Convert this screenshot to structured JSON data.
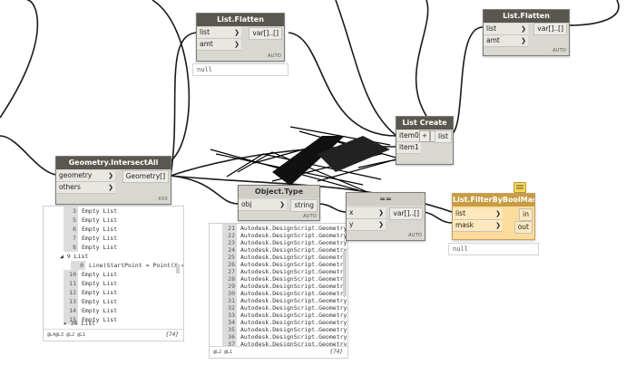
{
  "nodes": {
    "flatten1": {
      "title": "List.Flatten",
      "inputs": [
        "list",
        "amt"
      ],
      "output": "var[]..[]",
      "lacing": "AUTO",
      "preview": "null"
    },
    "flatten2": {
      "title": "List.Flatten",
      "inputs": [
        "list",
        "amt"
      ],
      "output": "var[]..[]",
      "lacing": "AUTO"
    },
    "listcreate": {
      "title": "List Create",
      "inputs": [
        "item0",
        "item1"
      ],
      "output": "list",
      "add_label": "+",
      "remove_label": "-"
    },
    "intersect": {
      "title": "Geometry.IntersectAll",
      "inputs": [
        "geometry",
        "others"
      ],
      "output": "Geometry[]",
      "lacing": "XXX"
    },
    "objecttype": {
      "title": "Object.Type",
      "inputs": [
        "obj"
      ],
      "output": "string",
      "lacing": "AUTO"
    },
    "equals": {
      "title": "==",
      "inputs": [
        "x",
        "y"
      ],
      "output": "var[]..[]",
      "lacing": "AUTO"
    },
    "filter": {
      "title": "List.FilterByBoolMask",
      "inputs": [
        "list",
        "mask"
      ],
      "outputs": [
        "in",
        "out"
      ],
      "preview": "null"
    }
  },
  "preview_intersect": {
    "rows": [
      {
        "idx": "3",
        "text": "Empty List"
      },
      {
        "idx": "5",
        "text": "Empty List"
      },
      {
        "idx": "6",
        "text": "Empty List"
      },
      {
        "idx": "7",
        "text": "Empty List"
      },
      {
        "idx": "8",
        "text": "Empty List"
      },
      {
        "idx": "",
        "text": "◢ 9 List"
      },
      {
        "idx": "0",
        "text": "Line(StartPoint = Point(X ="
      },
      {
        "idx": "10",
        "text": "Empty List"
      },
      {
        "idx": "11",
        "text": "Empty List"
      },
      {
        "idx": "12",
        "text": "Empty List"
      },
      {
        "idx": "13",
        "text": "Empty List"
      },
      {
        "idx": "14",
        "text": "Empty List"
      },
      {
        "idx": "15",
        "text": "Empty List"
      },
      {
        "idx": "",
        "text": "▸ 26 List"
      }
    ],
    "footer": "@L4@L3 @L2 @L1",
    "count": "{74}"
  },
  "preview_type": {
    "rows": [
      {
        "idx": "21",
        "text": "Autodesk.DesignScript.Geometry.L"
      },
      {
        "idx": "22",
        "text": "Autodesk.DesignScript.Geometry.P"
      },
      {
        "idx": "23",
        "text": "Autodesk.DesignScript.Geometry.P"
      },
      {
        "idx": "24",
        "text": "Autodesk.DesignScript.Geometry.L"
      },
      {
        "idx": "25",
        "text": "Autodesk.DesignScript.Geometry.P"
      },
      {
        "idx": "26",
        "text": "Autodesk.DesignScript.Geometry.P"
      },
      {
        "idx": "27",
        "text": "Autodesk.DesignScript.Geometry.P"
      },
      {
        "idx": "28",
        "text": "Autodesk.DesignScript.Geometry.L"
      },
      {
        "idx": "29",
        "text": "Autodesk.DesignScript.Geometry.P"
      },
      {
        "idx": "30",
        "text": "Autodesk.DesignScript.Geometry.P"
      },
      {
        "idx": "31",
        "text": "Autodesk.DesignScript.Geometry.L"
      },
      {
        "idx": "32",
        "text": "Autodesk.DesignScript.Geometry.P"
      },
      {
        "idx": "33",
        "text": "Autodesk.DesignScript.Geometry.P"
      },
      {
        "idx": "34",
        "text": "Autodesk.DesignScript.Geometry.L"
      },
      {
        "idx": "35",
        "text": "Autodesk.DesignScript.Geometry.P"
      },
      {
        "idx": "36",
        "text": "Autodesk.DesignScript.Geometry.P"
      },
      {
        "idx": "37",
        "text": "Autodesk.DesignScript.Geometry.L"
      }
    ],
    "footer": "@L2 @L1",
    "count": "{74}"
  },
  "colors": {
    "node_header": "#5a5750",
    "node_body": "#d9d7d1",
    "selected_body": "#fcdc9a",
    "wire": "#1a1a1a"
  },
  "icons": {
    "note": "note-icon"
  }
}
